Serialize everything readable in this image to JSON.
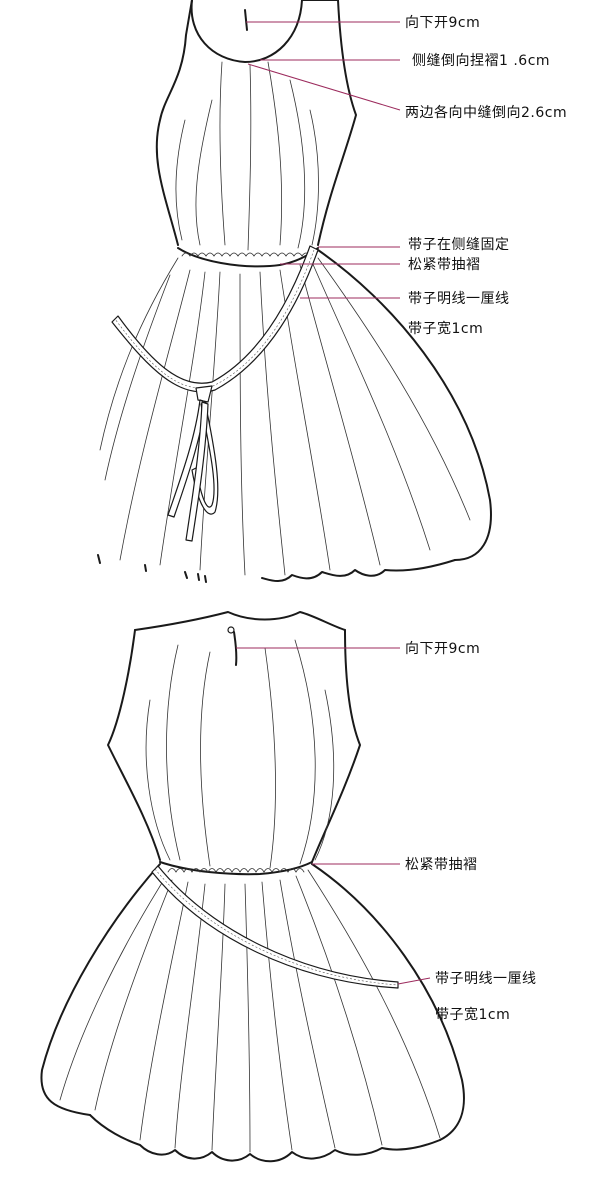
{
  "colors": {
    "ink": "#1a1a1a",
    "leader": "#9c2b5d",
    "background": "#ffffff"
  },
  "back_view": {
    "labels": {
      "opening": "向下开9cm",
      "side_pleat": "侧缝倒向捏褶1 .6cm",
      "center_pleat": "两边各向中缝倒向2.6cm",
      "belt_fixed": "带子在侧缝固定",
      "elastic": "松紧带抽褶",
      "belt_stitch": "带子明线一厘线",
      "belt_width": "带子宽1cm"
    }
  },
  "front_view": {
    "labels": {
      "opening": "向下开9cm",
      "elastic": "松紧带抽褶",
      "belt_stitch": "带子明线一厘线",
      "belt_width": "带子宽1cm"
    }
  }
}
